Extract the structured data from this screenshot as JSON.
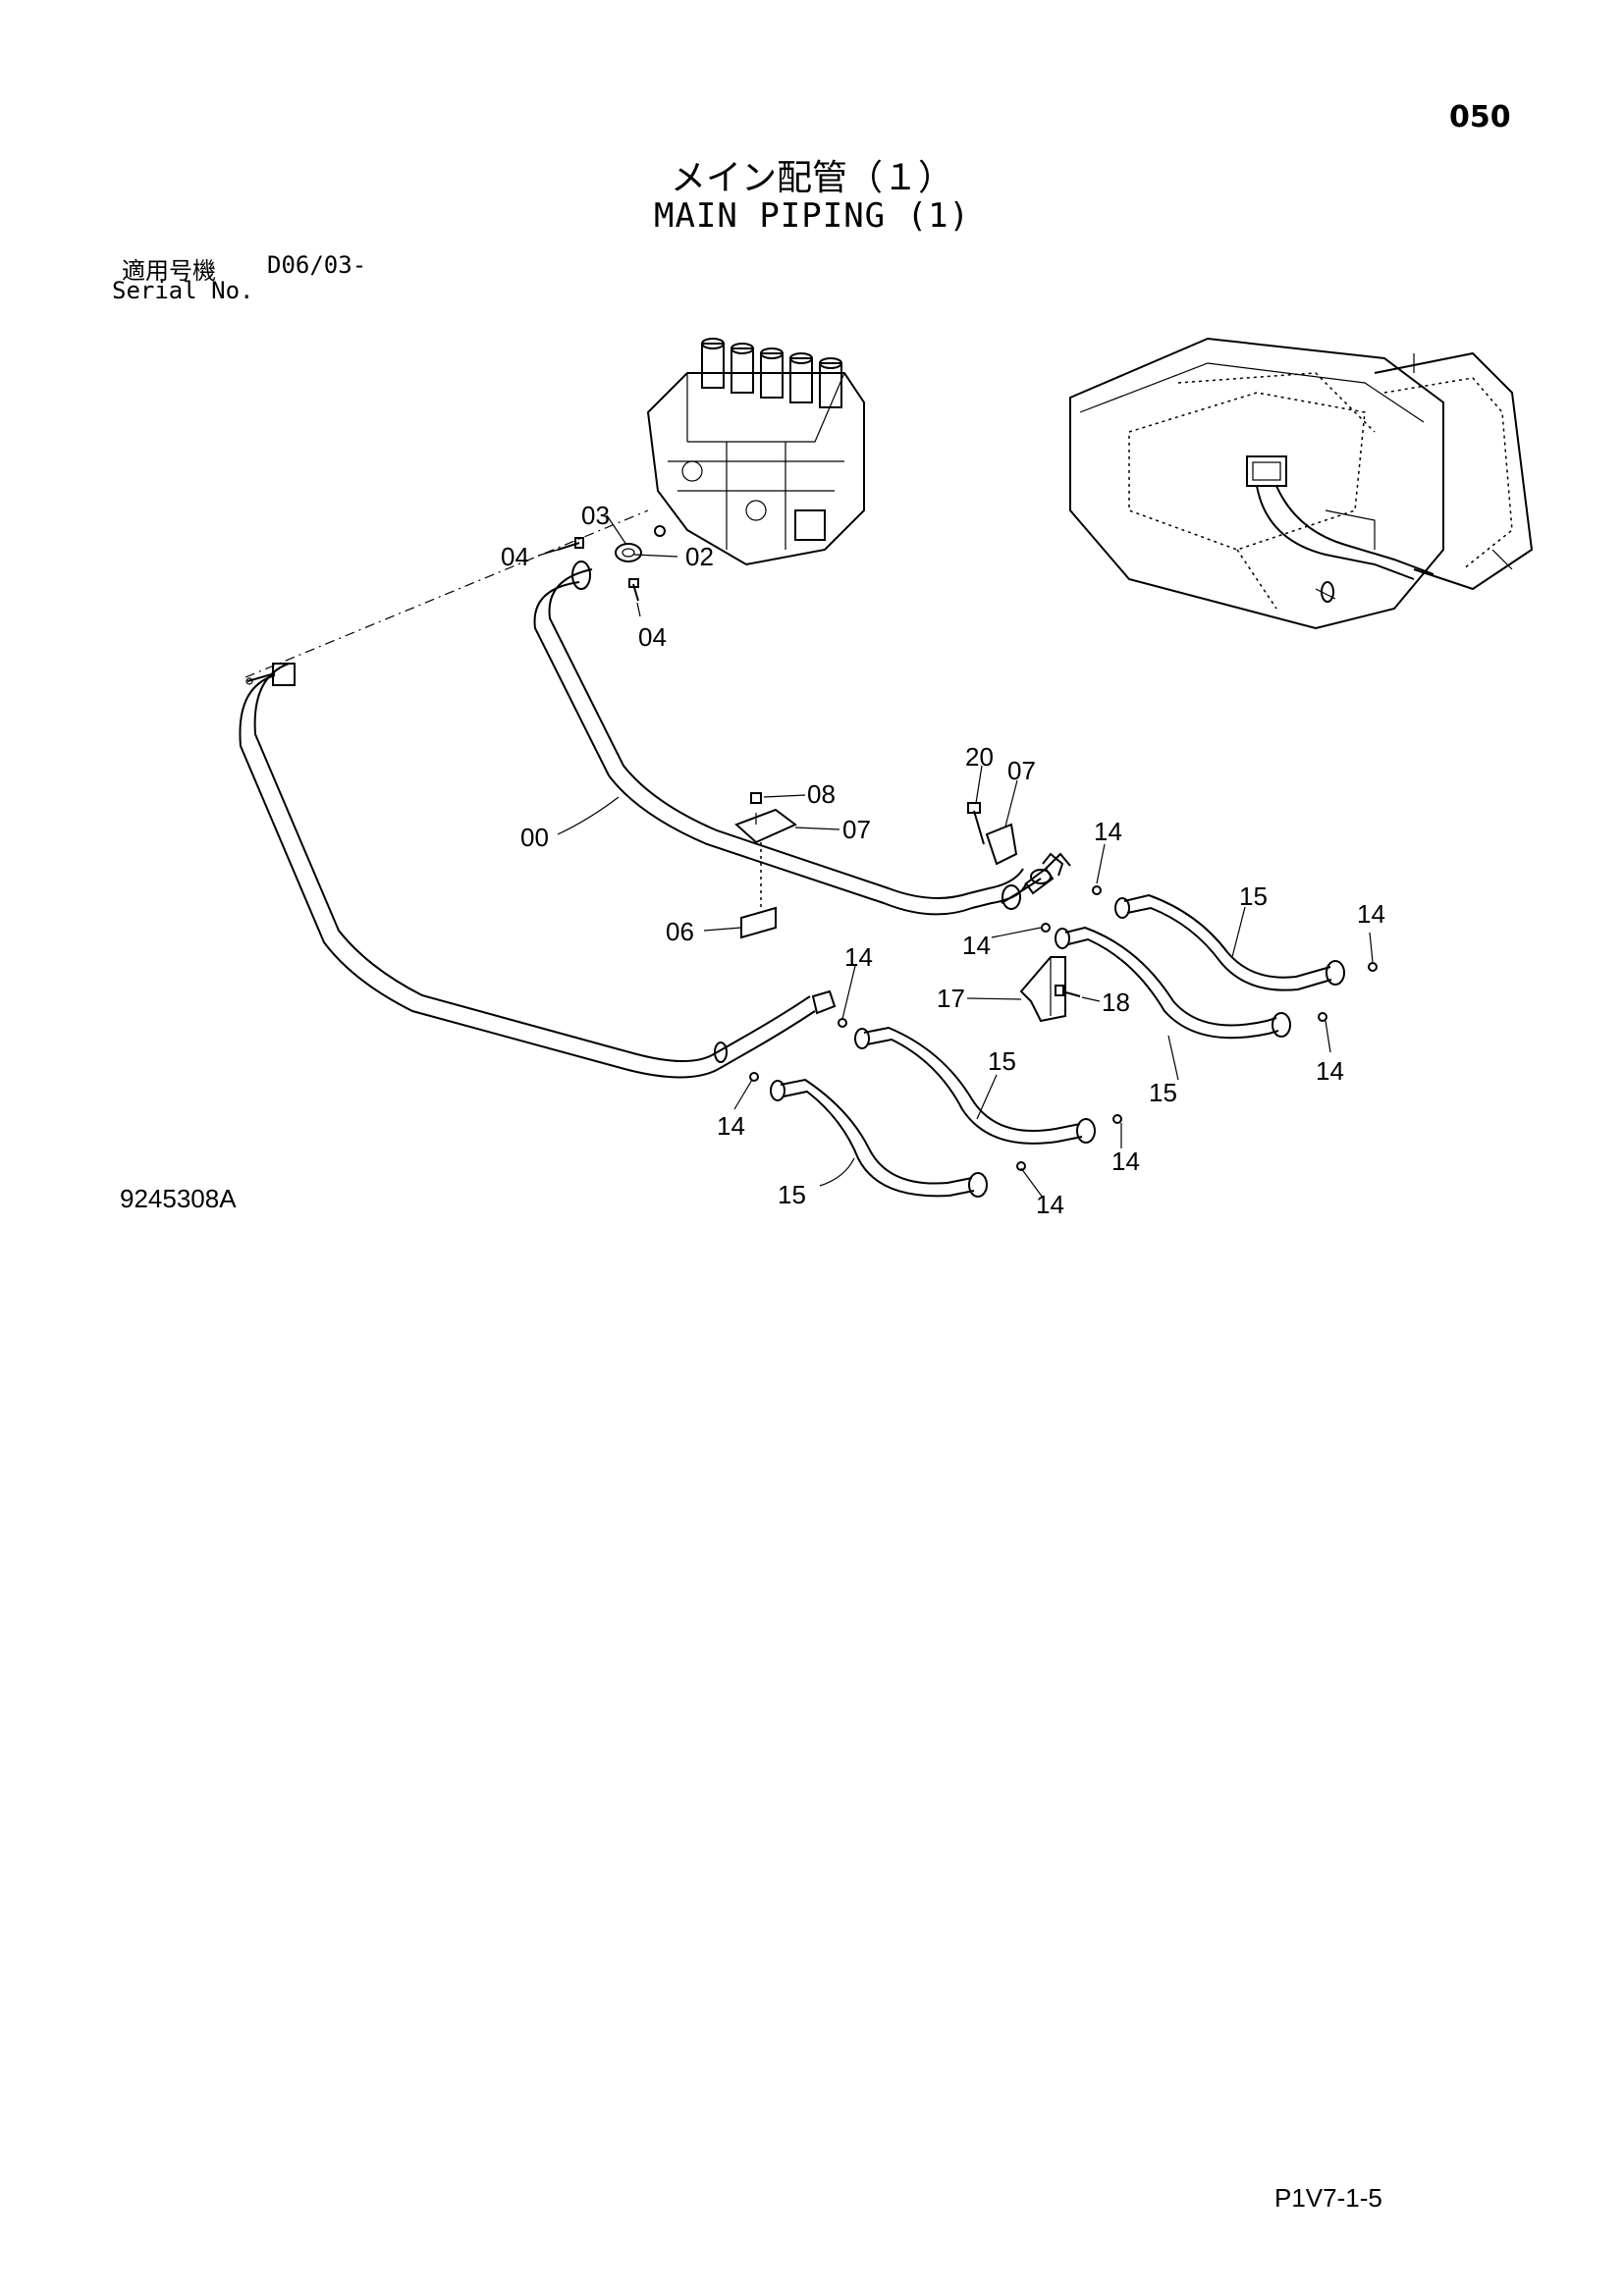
{
  "header": {
    "page_number": "050",
    "title_jp": "メイン配管（１）",
    "title_en": "MAIN PIPING (1)",
    "serial_label_jp": "適用号機",
    "serial_value": "D06/03-",
    "serial_label_en": "Serial No."
  },
  "callouts": {
    "c00": "00",
    "c02": "02",
    "c03": "03",
    "c04a": "04",
    "c04b": "04",
    "c06": "06",
    "c07a": "07",
    "c07b": "07",
    "c08": "08",
    "c14a": "14",
    "c14b": "14",
    "c14c": "14",
    "c14d": "14",
    "c14e": "14",
    "c14f": "14",
    "c14g": "14",
    "c14h": "14",
    "c15a": "15",
    "c15b": "15",
    "c15c": "15",
    "c15d": "15",
    "c17": "17",
    "c18": "18",
    "c20": "20"
  },
  "footer": {
    "drawing_number": "9245308A",
    "reference_code": "P1V7-1-5"
  }
}
